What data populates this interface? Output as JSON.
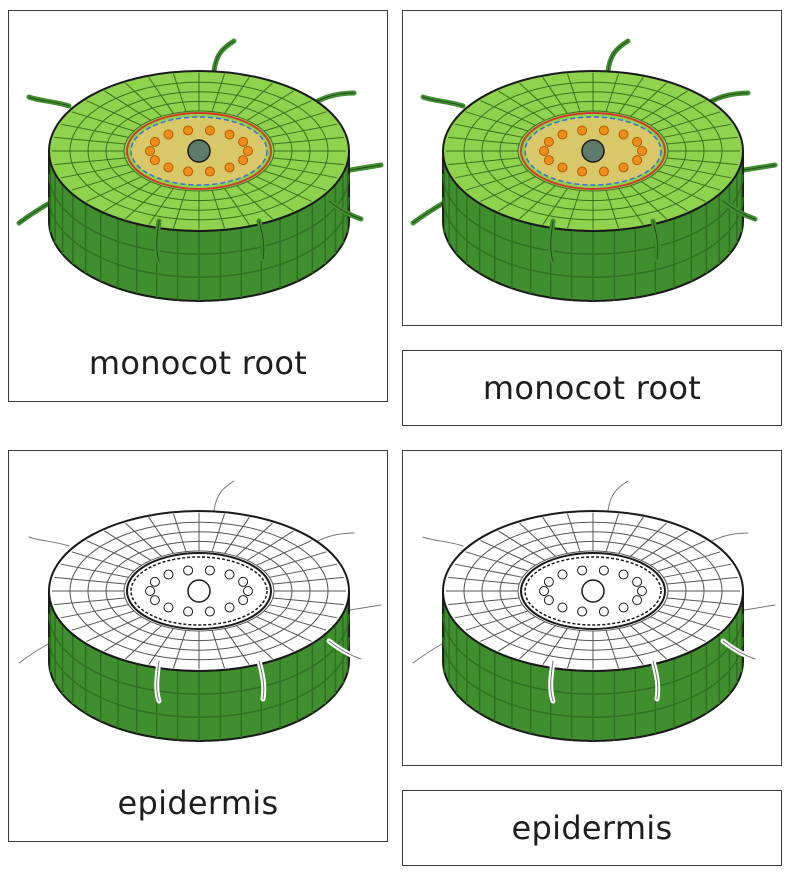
{
  "cards": {
    "monocot": {
      "control_label": "monocot root",
      "label_card": "monocot root"
    },
    "epidermis": {
      "control_label": "epidermis",
      "label_card": "epidermis"
    }
  },
  "colors": {
    "epidermis_green": "#3f8f2e",
    "epidermis_dark": "#2f6f22",
    "cortex_green": "#8ed24e",
    "stele_tan": "#d9c86a",
    "xylem_orange": "#f28c1a",
    "pith_gray": "#5e7a6a",
    "endodermis_red": "#d33a2c",
    "pericycle_blue": "#3a6fd0",
    "outline": "#1a1a1a"
  },
  "icons": {
    "hair": "root-hair-icon"
  }
}
